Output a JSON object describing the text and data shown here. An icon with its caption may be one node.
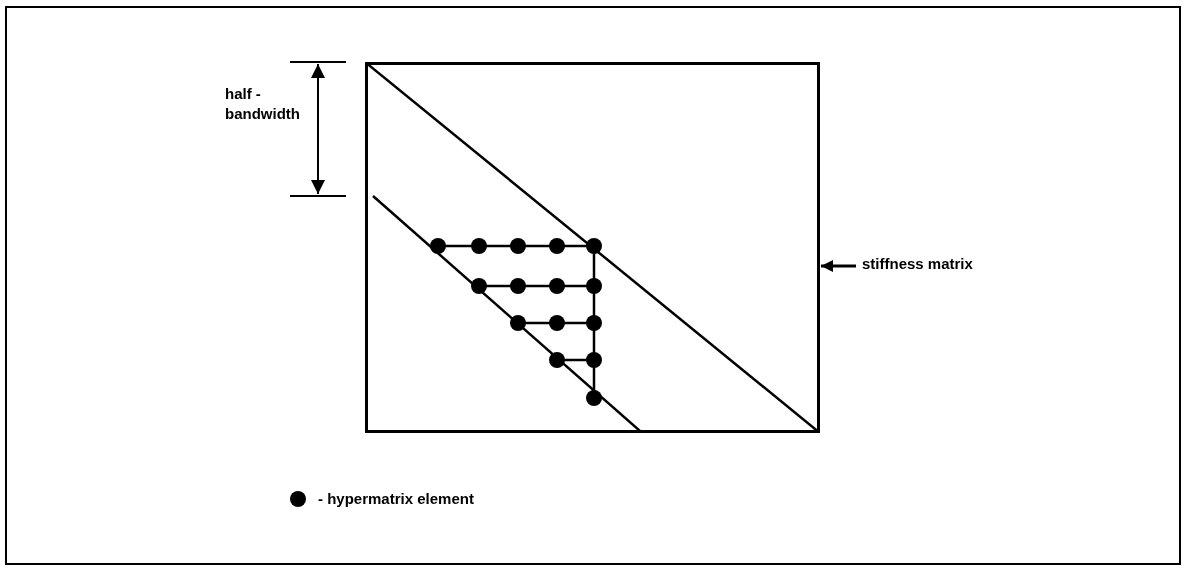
{
  "diagram": {
    "nodes": [
      {
        "text": [
          "stiffness matrix"
        ]
      },
      {
        "text": [],
        "shape": "box"
      }
    ],
    "edges": [
      {
        "from": 0,
        "to": 1,
        "arrow": "to"
      }
    ],
    "labels": [
      "half - bandwidth"
    ],
    "legend": [
      {
        "text": "- hypermatrix element"
      }
    ]
  }
}
